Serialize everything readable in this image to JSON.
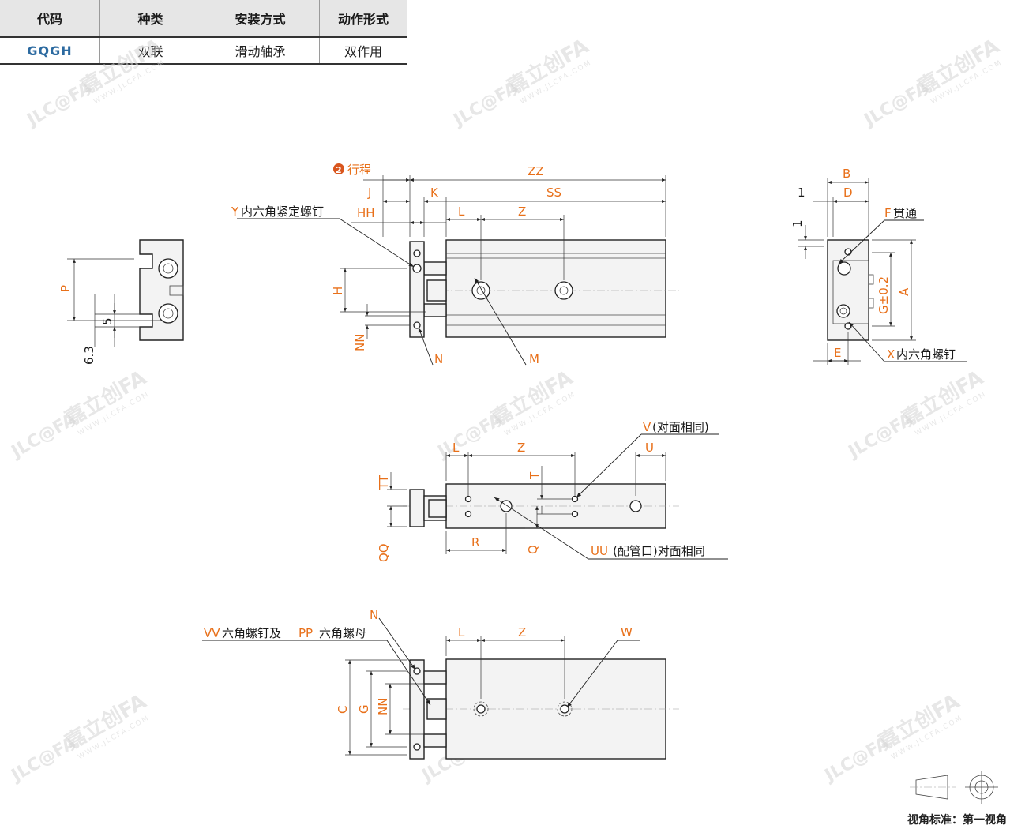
{
  "spec_table": {
    "headers": [
      "代码",
      "种类",
      "安装方式",
      "动作形式"
    ],
    "row": [
      "GQGH",
      "双联",
      "滑动轴承",
      "双作用"
    ]
  },
  "watermark": {
    "brand": "JLC@FA",
    "cn": "嘉立创FA",
    "url": "WWW.JLCFA.COM"
  },
  "labels": {
    "stroke_badge": "2",
    "stroke": "行程",
    "j": "J",
    "k": "K",
    "hh": "HH",
    "zz": "ZZ",
    "ss": "SS",
    "l": "L",
    "z": "Z",
    "h": "H",
    "nn": "NN",
    "n": "N",
    "m": "M",
    "y_code": "Y",
    "y_text": "内六角紧定螺钉",
    "p": "P",
    "five": "5",
    "six_three": "6.3",
    "b": "B",
    "d": "D",
    "one_a": "1",
    "one_b": "1",
    "f_code": "F",
    "f_text": "贯通",
    "a": "A",
    "g_tol": "G±0.2",
    "e": "E",
    "x_code": "X",
    "x_text": "内六角螺钉",
    "v_code": "V",
    "v_text": "(对面相同)",
    "u": "U",
    "t": "T",
    "tt": "TT",
    "qq": "QQ",
    "r": "R",
    "q": "Q",
    "uu_code": "UU",
    "uu_text": "(配管口)对面相同",
    "vv_code": "VV",
    "vv_text": "六角螺钉及",
    "pp_code": "PP",
    "pp_text": "六角螺母",
    "w": "W",
    "c": "C",
    "g": "G"
  },
  "footer": {
    "projection": "视角标准：第一视角"
  },
  "colors": {
    "accent": "#e8701a",
    "code_blue": "#2c6aa0",
    "badge": "#d9561e"
  }
}
